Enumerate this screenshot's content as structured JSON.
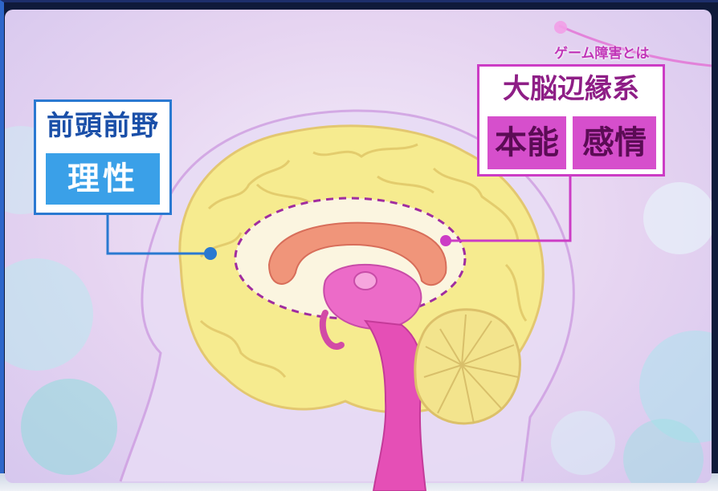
{
  "topic_title": "ゲーム障害とは",
  "frontal_lobe": {
    "label": "前頭前野",
    "function": "理性"
  },
  "limbic_system": {
    "label": "大脳辺縁系",
    "function_1": "本能",
    "function_2": "感情"
  },
  "colors": {
    "frontal_accent": "#2a79d1",
    "limbic_accent": "#cc3cc5",
    "brain_cortex": "#f6eb8f",
    "brain_stem": "#e54fb6"
  }
}
